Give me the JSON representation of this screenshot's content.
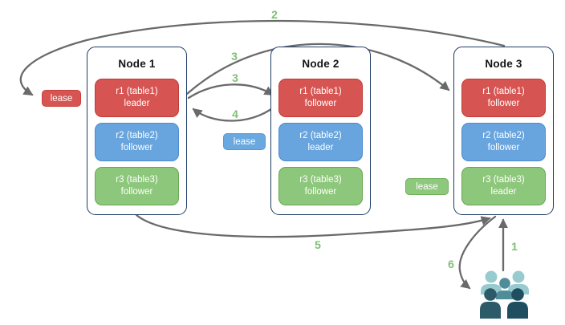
{
  "diagram": {
    "title_hint": "replica leaseholders and leader replication flow",
    "nodes": [
      {
        "title": "Node 1",
        "replicas": [
          {
            "name": "r1 (table1)",
            "role": "leader",
            "color": "red"
          },
          {
            "name": "r2 (table2)",
            "role": "follower",
            "color": "blue"
          },
          {
            "name": "r3 (table3)",
            "role": "follower",
            "color": "green"
          }
        ]
      },
      {
        "title": "Node 2",
        "replicas": [
          {
            "name": "r1 (table1)",
            "role": "follower",
            "color": "red"
          },
          {
            "name": "r2 (table2)",
            "role": "leader",
            "color": "blue"
          },
          {
            "name": "r3 (table3)",
            "role": "follower",
            "color": "green"
          }
        ]
      },
      {
        "title": "Node 3",
        "replicas": [
          {
            "name": "r1 (table1)",
            "role": "follower",
            "color": "red"
          },
          {
            "name": "r2 (table2)",
            "role": "follower",
            "color": "blue"
          },
          {
            "name": "r3 (table3)",
            "role": "leader",
            "color": "green"
          }
        ]
      }
    ],
    "leases": [
      {
        "label": "lease",
        "color": "red"
      },
      {
        "label": "lease",
        "color": "blue"
      },
      {
        "label": "lease",
        "color": "green"
      }
    ],
    "steps": {
      "s1": "1",
      "s2": "2",
      "s3a": "3",
      "s3b": "3",
      "s4": "4",
      "s5": "5",
      "s6": "6"
    },
    "palette": {
      "replica_red": "#d65552",
      "replica_blue": "#68a4dd",
      "replica_green": "#8dc77b",
      "node_border": "#1f3b66",
      "arrow_gray": "#6a6a6a",
      "step_label_green": "#7ebf74",
      "users_light_teal": "#98cbd0",
      "users_mid_teal": "#4f8d99",
      "users_dark_slate": "#2c5a68"
    }
  }
}
